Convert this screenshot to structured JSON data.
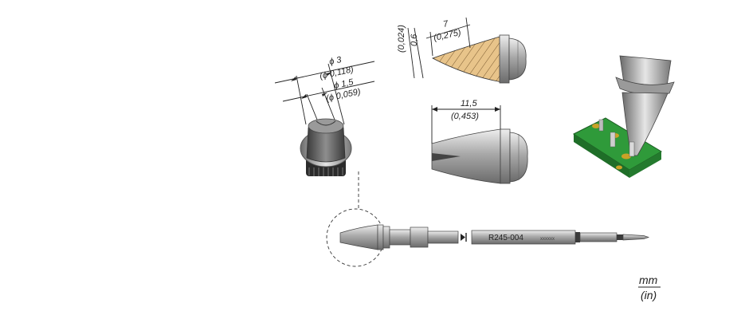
{
  "dimensions": {
    "outer_diameter_mm": "ϕ 3",
    "outer_diameter_in": "(ϕ 0,118)",
    "inner_diameter_mm": "ϕ 1,5",
    "inner_diameter_in": "(ϕ 0,059)",
    "thickness_mm": "0,6",
    "thickness_in": "(0,024)",
    "blade_length_mm": "7",
    "blade_length_in": "(0,275)",
    "tip_length_mm": "11,5",
    "tip_length_in": "(0,453)"
  },
  "cartridge": {
    "part_number": "R245-004",
    "serial": "xxxxxx"
  },
  "units": {
    "primary": "mm",
    "secondary": "(in)"
  },
  "colors": {
    "steel": "#b8b8b8",
    "dark_steel": "#5a5a5a",
    "blade": "#e8c48a",
    "pcb": "#2f9a3a"
  }
}
